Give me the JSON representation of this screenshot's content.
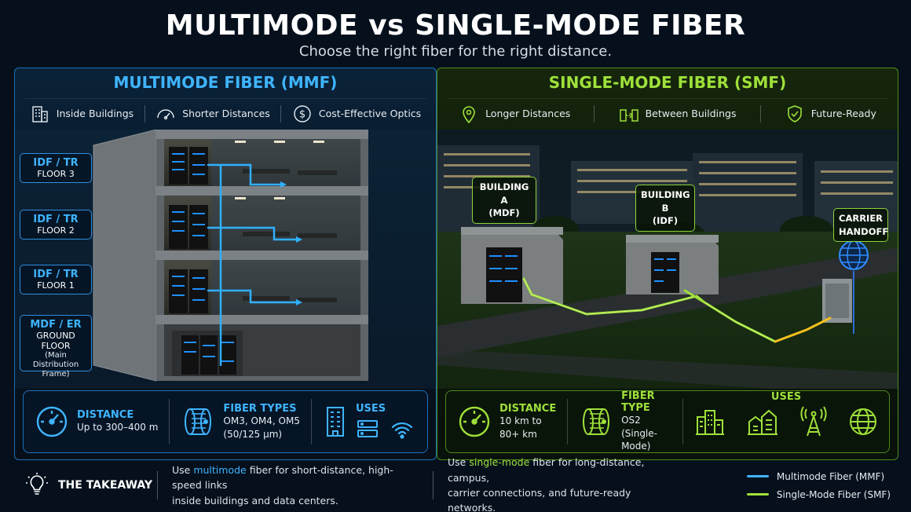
{
  "header": {
    "title": "MULTIMODE vs SINGLE-MODE FIBER",
    "subtitle": "Choose the right fiber for the right distance."
  },
  "mmf": {
    "title": "MULTIMODE FIBER (MMF)",
    "features": [
      "Inside Buildings",
      "Shorter Distances",
      "Cost-Effective Optics"
    ],
    "floors": [
      {
        "a": "IDF / TR",
        "b": "FLOOR 3"
      },
      {
        "a": "IDF / TR",
        "b": "FLOOR 2"
      },
      {
        "a": "IDF / TR",
        "b": "FLOOR 1"
      }
    ],
    "mdf": {
      "a": "MDF / ER",
      "b": "GROUND FLOOR",
      "c": "(Main Distribution",
      "d": "Frame)"
    },
    "distance": {
      "head": "DISTANCE",
      "text": "Up to 300–400 m"
    },
    "fiber": {
      "head": "FIBER TYPES",
      "line1": "OM3, OM4, OM5",
      "line2": "(50/125 µm)"
    },
    "uses": {
      "head": "USES"
    }
  },
  "smf": {
    "title": "SINGLE-MODE FIBER (SMF)",
    "features": [
      "Longer Distances",
      "Between Buildings",
      "Future-Ready"
    ],
    "building_a": {
      "line1": "BUILDING A",
      "line2": "(MDF)"
    },
    "building_b": {
      "line1": "BUILDING B",
      "line2": "(IDF)"
    },
    "carrier": {
      "line1": "CARRIER",
      "line2": "HANDOFF"
    },
    "distance": {
      "head": "DISTANCE",
      "line1": "10 km to",
      "line2": "80+ km"
    },
    "fiber": {
      "head": "FIBER TYPE",
      "line1": "OS2",
      "line2": "(Single-Mode)"
    },
    "uses": {
      "head": "USES"
    }
  },
  "takeaway": {
    "title": "THE TAKEAWAY",
    "mmf_pre": "Use ",
    "mmf_hl": "multimode",
    "mmf_post": " fiber for short-distance, high-speed links",
    "mmf_line2": "inside buildings and data centers.",
    "smf_pre": "Use ",
    "smf_hl": "single-mode",
    "smf_post": " fiber for long-distance, campus,",
    "smf_line2": "carrier connections, and future-ready networks."
  },
  "legend": {
    "mmf": "Multimode Fiber (MMF)",
    "smf": "Single-Mode Fiber (SMF)"
  },
  "colors": {
    "mmf_accent": "#3fb4ff",
    "smf_accent": "#9ee03a",
    "carrier_line": "#f2c01e",
    "background": "#05101c"
  }
}
